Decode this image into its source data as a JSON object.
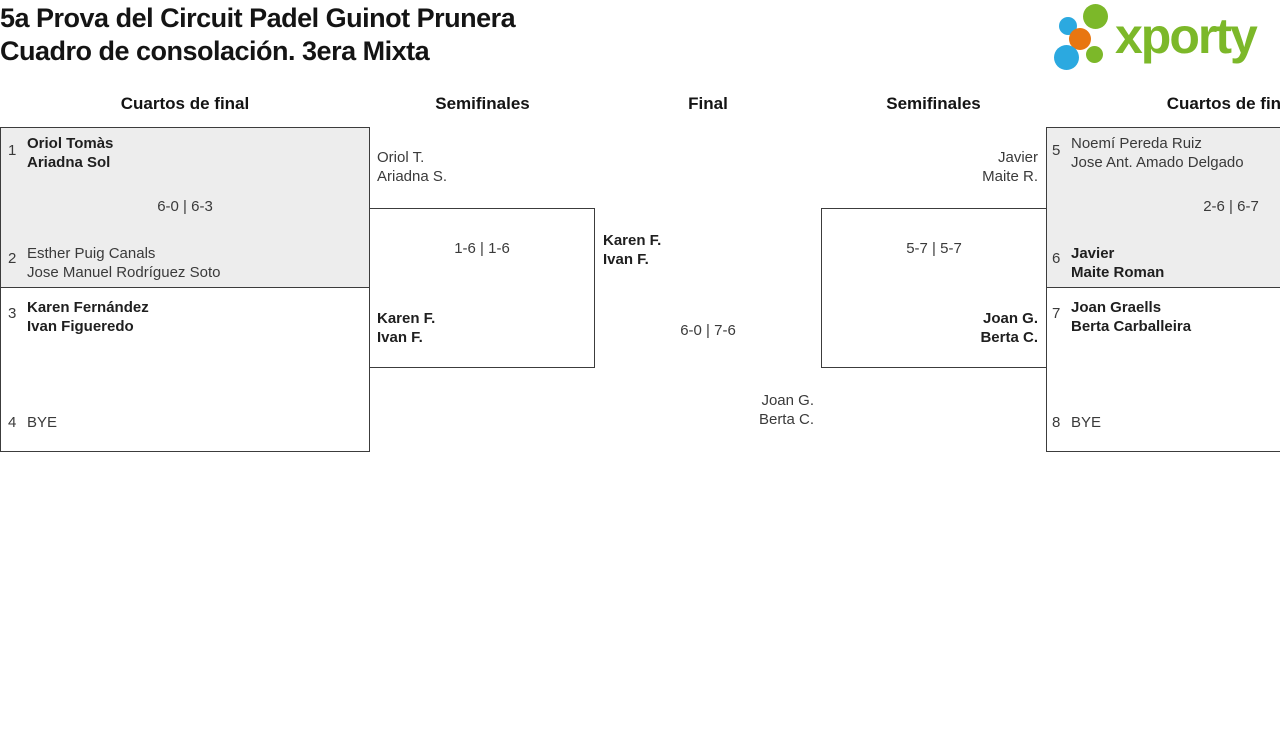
{
  "title": {
    "line1": "5a Prova del Circuit Padel Guinot Prunera",
    "line2": "Cuadro de consolación. 3era Mixta"
  },
  "logo": {
    "text": "xporty",
    "dots": [
      "green-large",
      "blue-small",
      "orange-medium",
      "blue-large",
      "green-small"
    ],
    "colors": {
      "green": "#7cb829",
      "blue": "#2ba9e0",
      "orange": "#e87610"
    }
  },
  "round_headers": [
    "Cuartos de final",
    "Semifinales",
    "Final",
    "Semifinales",
    "Cuartos de final"
  ],
  "colors": {
    "box_fill_top": "#ededed",
    "box_fill_bottom": "#ffffff",
    "border": "#3c3c3c"
  },
  "matches": {
    "qf1": {
      "seed_top": "1",
      "top1": "Oriol Tomàs",
      "top2": "Ariadna Sol",
      "score": "6-0 | 6-3",
      "seed_bottom": "2",
      "bottom1": "Esther Puig Canals",
      "bottom2": "Jose Manuel Rodríguez Soto"
    },
    "qf2": {
      "seed_top": "3",
      "top1": "Karen Fernández",
      "top2": "Ivan Figueredo",
      "seed_bottom": "4",
      "bottom1": "BYE"
    },
    "sf1": {
      "top1": "Oriol T.",
      "top2": "Ariadna S.",
      "score": "1-6 | 1-6",
      "bottom1": "Karen F.",
      "bottom2": "Ivan F."
    },
    "final": {
      "top1": "Karen F.",
      "top2": "Ivan F.",
      "score": "6-0 | 7-6",
      "bottom1": "Joan G.",
      "bottom2": "Berta C."
    },
    "sf2": {
      "top1": "Javier",
      "top2": "Maite R.",
      "score": "5-7 | 5-7",
      "bottom1": "Joan G.",
      "bottom2": "Berta C."
    },
    "qf3": {
      "seed_top": "5",
      "top1": "Noemí Pereda Ruiz",
      "top2": "Jose Ant. Amado Delgado",
      "score": "2-6 | 6-7",
      "seed_bottom": "6",
      "bottom1": "Javier",
      "bottom2": "Maite Roman"
    },
    "qf4": {
      "seed_top": "7",
      "top1": "Joan Graells",
      "top2": "Berta Carballeira",
      "seed_bottom": "8",
      "bottom1": "BYE"
    }
  }
}
